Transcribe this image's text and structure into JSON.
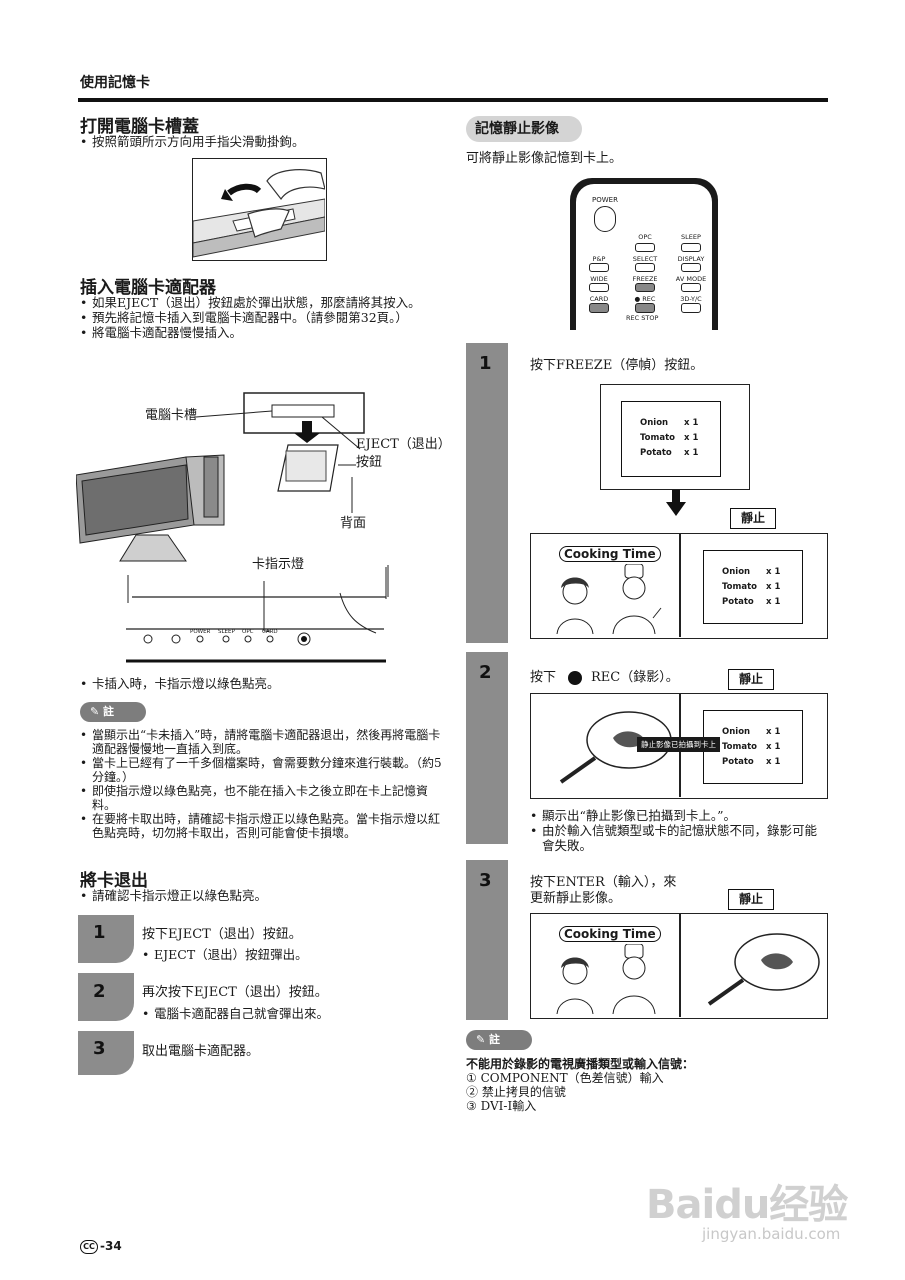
{
  "header": {
    "section": "使用記憶卡"
  },
  "open_slot": {
    "title": "打開電腦卡槽蓋",
    "bullets": [
      "按照箭頭所示方向用手指尖滑動掛鉤。"
    ]
  },
  "insert": {
    "title": "插入電腦卡適配器",
    "bullets": [
      "如果EJECT（退出）按鈕處於彈出狀態，那麼請將其按入。",
      "預先將記憶卡插入到電腦卡適配器中。（請參閱第32頁。）",
      "將電腦卡適配器慢慢插入。"
    ],
    "labels": {
      "slot": "電腦卡槽",
      "eject_line1": "EJECT（退出）",
      "eject_line2": "按鈕",
      "back": "背面",
      "indicator": "卡指示燈"
    },
    "panel_labels": [
      "POWER",
      "SLEEP",
      "OPC",
      "CARD"
    ],
    "after_bullet": "卡插入時，卡指示燈以綠色點亮。"
  },
  "note1": {
    "label": "註",
    "items": [
      "當顯示出“卡未插入”時，請將電腦卡適配器退出，然後再將電腦卡適配器慢慢地一直插入到底。",
      "當卡上已經有了一千多個檔案時，會需要數分鐘來進行裝載。（約5分鐘。）",
      "即使指示燈以綠色點亮，也不能在插入卡之後立即在卡上記憶資料。",
      "在要將卡取出時，請確認卡指示燈正以綠色點亮。當卡指示燈以紅色點亮時，切勿將卡取出，否則可能會使卡損壞。"
    ]
  },
  "remove": {
    "title": "將卡退出",
    "bullets": [
      "請確認卡指示燈正以綠色點亮。"
    ],
    "steps": [
      {
        "num": "1",
        "text": "按下EJECT（退出）按鈕。",
        "sub": "EJECT（退出）按鈕彈出。"
      },
      {
        "num": "2",
        "text": "再次按下EJECT（退出）按鈕。",
        "sub": "電腦卡適配器自己就會彈出來。"
      },
      {
        "num": "3",
        "text": "取出電腦卡適配器。",
        "sub": ""
      }
    ]
  },
  "still": {
    "title": "記憶靜止影像",
    "intro": "可將靜止影像記憶到卡上。",
    "remote": {
      "power": "POWER",
      "rows": [
        [
          "",
          "OPC",
          "SLEEP"
        ],
        [
          "P&P",
          "SELECT",
          "DISPLAY"
        ],
        [
          "WIDE",
          "FREEZE",
          "AV MODE"
        ],
        [
          "CARD",
          "● REC",
          "3D-Y/C"
        ]
      ],
      "rec_stop": "REC STOP"
    },
    "menu_items": [
      {
        "name": "Onion",
        "qty": "x 1"
      },
      {
        "name": "Tomato",
        "qty": "x 1"
      },
      {
        "name": "Potato",
        "qty": "x 1"
      }
    ],
    "cooking_title": "Cooking Time",
    "freeze_tag": "靜止",
    "saved_overlay": "静止影像已拍攝到卡上",
    "steps": [
      {
        "num": "1",
        "text": "按下FREEZE（停幀）按鈕。"
      },
      {
        "num": "2",
        "text_pre": "按下",
        "text_post": "REC（錄影）。"
      },
      {
        "num": "3",
        "line1": "按下ENTER（輸入），來",
        "line2": "更新靜止影像。"
      }
    ],
    "step2_bullets": [
      "顯示出“静止影像已拍攝到卡上。”。",
      "由於輸入信號類型或卡的記憶狀態不同，錄影可能會失敗。"
    ]
  },
  "note2": {
    "label": "註",
    "heading": "不能用於錄影的電視廣播類型或輸入信號：",
    "items": [
      {
        "mark": "①",
        "text": "COMPONENT（色差信號）輸入"
      },
      {
        "mark": "②",
        "text": "禁止拷貝的信號"
      },
      {
        "mark": "③",
        "text": "DVI-I輸入"
      }
    ]
  },
  "footer": {
    "page": "-34",
    "cc": "CC"
  },
  "watermark": {
    "brand": "Baidu经验",
    "url": "jingyan.baidu.com"
  }
}
